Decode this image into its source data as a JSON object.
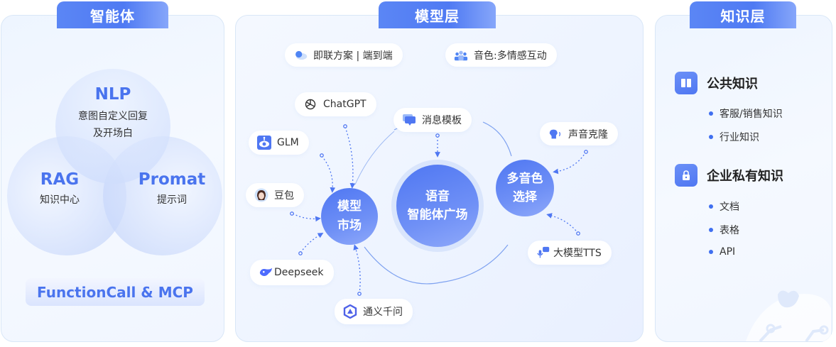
{
  "colors": {
    "accent": "#4f77f2",
    "accent_text": "#4a74ee",
    "panel_border": "#d9e7f7",
    "connector": "#4f77f2"
  },
  "agent_panel": {
    "tab": "智能体",
    "venn": {
      "top": {
        "title": "NLP",
        "lines": [
          "意图自定义回复",
          "及开场白"
        ]
      },
      "left": {
        "title": "RAG",
        "lines": [
          "知识中心"
        ]
      },
      "right": {
        "title": "Promat",
        "lines": [
          "提示词"
        ]
      }
    },
    "footer": "FunctionCall & MCP"
  },
  "model_panel": {
    "tab": "模型层",
    "top_pills": [
      {
        "icon": "cloud-chat-icon",
        "label": "即联方案 | 端到端"
      },
      {
        "icon": "people-icon",
        "label": "音色:多情感互动"
      }
    ],
    "models": [
      {
        "icon": "chatgpt-icon",
        "label": "ChatGPT"
      },
      {
        "icon": "glm-icon",
        "label": "GLM"
      },
      {
        "icon": "doubao-icon",
        "label": "豆包"
      },
      {
        "icon": "deepseek-icon",
        "label": "Deepseek"
      },
      {
        "icon": "tongyi-icon",
        "label": "通义千问"
      }
    ],
    "template_pill": {
      "icon": "message-icon",
      "label": "消息模板"
    },
    "voice_pills": [
      {
        "icon": "voice-clone-icon",
        "label": "声音克隆"
      },
      {
        "icon": "tts-icon",
        "label": "大模型TTS"
      }
    ],
    "bubbles": {
      "market": [
        "模型",
        "市场"
      ],
      "center": [
        "语音",
        "智能体广场"
      ],
      "voice": [
        "多音色",
        "选择"
      ]
    }
  },
  "knowledge_panel": {
    "tab": "知识层",
    "groups": [
      {
        "icon": "book-icon",
        "title": "公共知识",
        "items": [
          "客服/销售知识",
          "行业知识"
        ]
      },
      {
        "icon": "lock-icon",
        "title": "企业私有知识",
        "items": [
          "文档",
          "表格",
          "API"
        ]
      }
    ]
  }
}
